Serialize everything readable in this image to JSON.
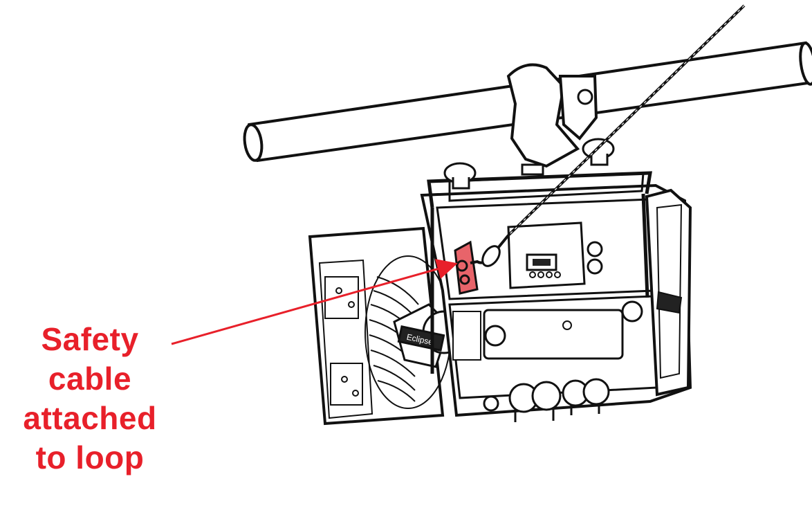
{
  "callout": {
    "lines": [
      "Safety",
      "cable",
      "attached",
      "to loop"
    ],
    "color": "#e8202a"
  },
  "fixture": {
    "badge_text": "Eclipse",
    "display_icon": "lcd-display-icon",
    "highlight_color": "#e8646a"
  },
  "icons": {
    "pipe": "pipe-icon",
    "clamp": "clamp-icon",
    "cable": "safety-cable-icon",
    "loop": "safety-loop-icon",
    "arrow": "pointer-arrow-icon"
  }
}
